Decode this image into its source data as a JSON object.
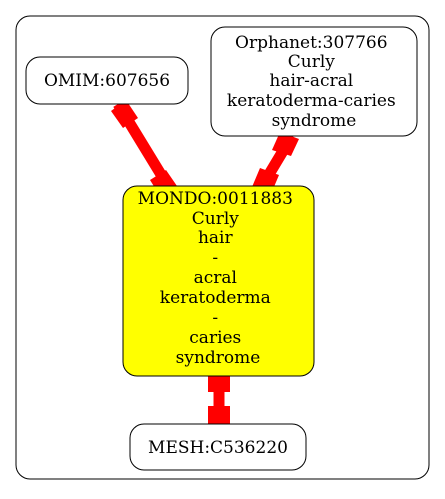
{
  "graph": {
    "nodes": [
      {
        "id": "omim",
        "lines": [
          "OMIM:607656"
        ],
        "fill": "#ffffff"
      },
      {
        "id": "orphanet",
        "lines": [
          "Orphanet:307766",
          "Curly",
          "hair-acral",
          "keratoderma-caries",
          "syndrome"
        ],
        "fill": "#ffffff"
      },
      {
        "id": "mondo",
        "lines": [
          "MONDO:0011883",
          "Curly",
          "hair",
          "-",
          "acral",
          "keratoderma",
          "-",
          "caries",
          "syndrome"
        ],
        "fill": "#ffff00"
      },
      {
        "id": "mesh",
        "lines": [
          "MESH:C536220"
        ],
        "fill": "#ffffff"
      }
    ],
    "edges": [
      {
        "from": "omim",
        "to": "mondo",
        "color": "#ff0000"
      },
      {
        "from": "orphanet",
        "to": "mondo",
        "color": "#ff0000"
      },
      {
        "from": "mondo",
        "to": "mesh",
        "color": "#ff0000"
      }
    ]
  }
}
